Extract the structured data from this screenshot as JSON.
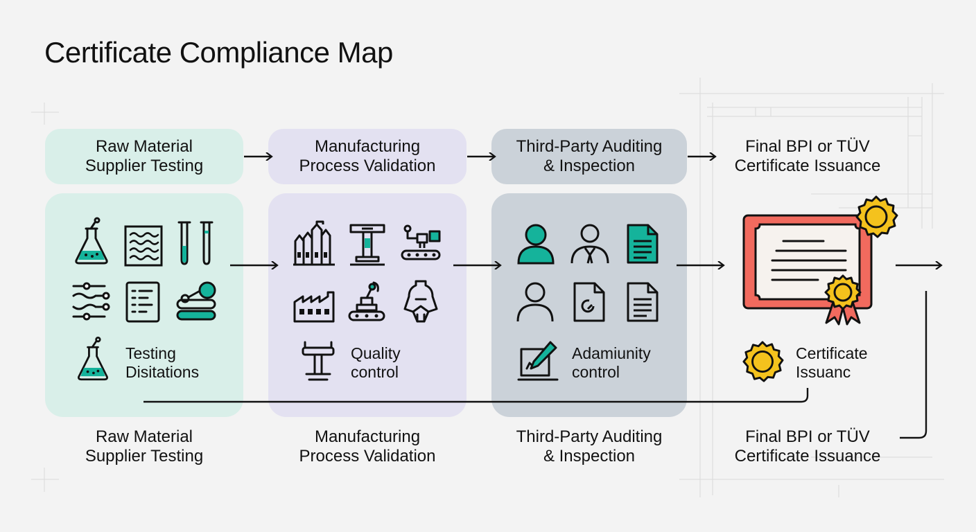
{
  "title": "Certificate Compliance Map",
  "colors": {
    "stage1": "#d9efe9",
    "stage2": "#e3e1f1",
    "stage3": "#cbd2d9",
    "teal": "#15b39b",
    "cert_red": "#f16a5e",
    "gold": "#f4c21d",
    "ink": "#111111"
  },
  "stages": [
    {
      "header": "Raw Material\nSupplier Testing",
      "footer": "Raw Material\nSupplier Testing",
      "sub_label": "Testing\nDisitations",
      "icons": [
        "flask-icon",
        "wavy-document-icon",
        "test-tubes-icon",
        "process-flow-icon",
        "checklist-icon",
        "pipeline-icon",
        "flask-icon"
      ]
    },
    {
      "header": "Manufacturing\nProcess Validation",
      "footer": "Manufacturing\nProcess Validation",
      "sub_label": "Quality\ncontrol",
      "icons": [
        "factory-icon",
        "press-machine-icon",
        "robot-arm-conveyor-icon",
        "factory-building-icon",
        "robotic-arm-icon",
        "machine-head-icon",
        "quality-stand-icon"
      ]
    },
    {
      "header": "Third-Party Auditing\n& Inspection",
      "footer": "Third-Party Auditing\n& Inspection",
      "sub_label": "Adamiunity\ncontrol",
      "icons": [
        "auditor-icon",
        "inspector-icon",
        "report-document-icon",
        "user-icon",
        "review-document-icon",
        "text-document-icon",
        "signing-icon"
      ]
    },
    {
      "header": "Final BPI or TÜV\nCertificate Issuance",
      "footer": "Final BPI or TÜV\nCertificate Issuance",
      "sub_label": "Certificate\nIssuanc",
      "icons": [
        "certificate-icon",
        "seal-icon",
        "ribbon-badge-icon",
        "seal-icon"
      ]
    }
  ]
}
